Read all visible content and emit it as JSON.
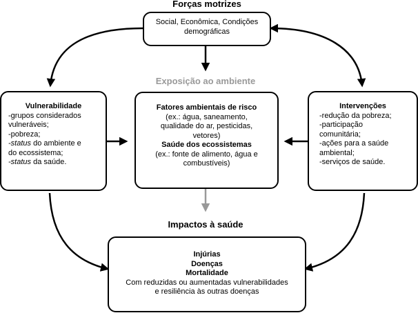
{
  "top": {
    "title": "Forças motrizes",
    "lines": [
      "Social, Econômica, Condições",
      "demográficas"
    ]
  },
  "exposure_title": "Exposição ao ambiente",
  "center": {
    "risk_title": "Fatores ambientais de risco",
    "risk_lines": [
      "(ex.: água, saneamento,",
      "qualidade do ar, pesticidas,",
      "vetores)"
    ],
    "eco_title": "Saúde dos ecossistemas",
    "eco_lines": [
      "(ex.: fonte de alimento, água e",
      "combustíveis)"
    ]
  },
  "vulnerability": {
    "title": "Vulnerabilidade",
    "l1": "-grupos considerados",
    "l2": "vulneráveis;",
    "l3": "-pobreza;",
    "l4_italic": "-status",
    "l4_rest": " do ambiente e",
    "l5": "do ecossistema;",
    "l6_italic": "-status",
    "l6_rest": " da saúde."
  },
  "interventions": {
    "title": "Intervenções",
    "lines": [
      "-redução da pobreza;",
      "-participação",
      "comunitária;",
      "-ações para a saúde",
      "ambiental;",
      "-serviços de saúde."
    ]
  },
  "impacts_title": "Impactos à saúde",
  "bottom": {
    "lines_bold": [
      "Injúrias",
      "Doenças",
      "Mortalidade"
    ],
    "lines": [
      "Com reduzidas ou aumentadas vulnerabilidades",
      "e resiliência às outras doenças"
    ]
  }
}
